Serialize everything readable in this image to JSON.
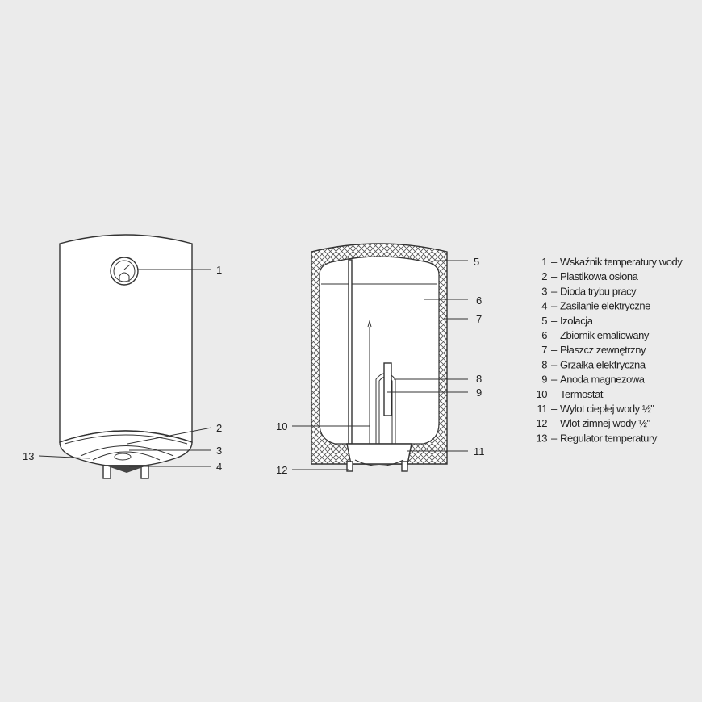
{
  "callouts": {
    "front": [
      "1",
      "2",
      "3",
      "4",
      "13"
    ],
    "section": [
      "5",
      "6",
      "7",
      "8",
      "9",
      "10",
      "11",
      "12"
    ]
  },
  "legend": [
    {
      "num": "1",
      "dash": "–",
      "label": "Wskaźnik temperatury wody"
    },
    {
      "num": "2",
      "dash": "–",
      "label": "Plastikowa osłona"
    },
    {
      "num": "3",
      "dash": "–",
      "label": "Dioda trybu pracy"
    },
    {
      "num": "4",
      "dash": "–",
      "label": "Zasilanie elektryczne"
    },
    {
      "num": "5",
      "dash": "–",
      "label": "Izolacja"
    },
    {
      "num": "6",
      "dash": "–",
      "label": "Zbiornik emaliowany"
    },
    {
      "num": "7",
      "dash": "–",
      "label": "Płaszcz zewnętrzny"
    },
    {
      "num": "8",
      "dash": "–",
      "label": "Grzałka elektryczna"
    },
    {
      "num": "9",
      "dash": "–",
      "label": "Anoda magnezowa"
    },
    {
      "num": "10",
      "dash": "–",
      "label": "Termostat"
    },
    {
      "num": "11",
      "dash": "–",
      "label": "Wylot ciepłej wody ½\""
    },
    {
      "num": "12",
      "dash": "–",
      "label": "Wlot zimnej wody ½\""
    },
    {
      "num": "13",
      "dash": "–",
      "label": "Regulator temperatury"
    }
  ]
}
